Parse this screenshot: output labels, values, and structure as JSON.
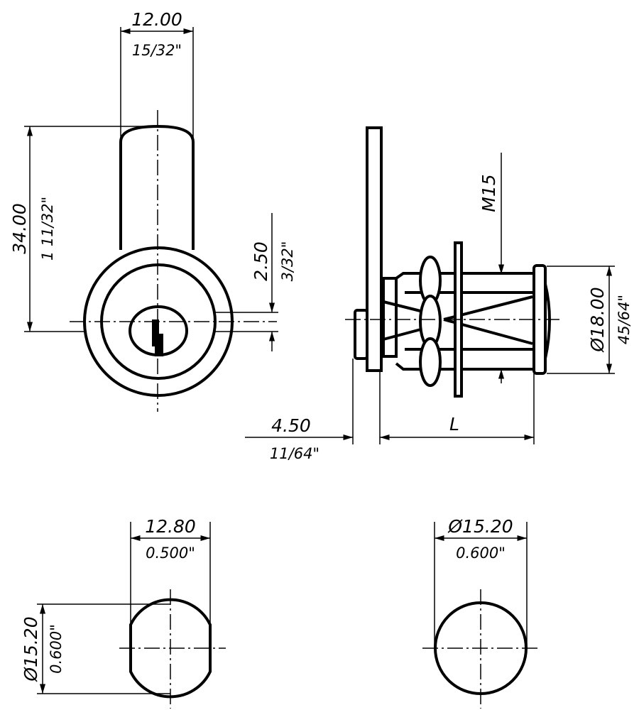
{
  "front_view": {
    "width_mm": "12.00",
    "width_in": "15/32\"",
    "height_mm": "34.00",
    "height_in": "1 11/32\"",
    "offset_mm": "2.50",
    "offset_in": "3/32\""
  },
  "side_view": {
    "thread": "M15",
    "diameter_mm": "Ø18.00",
    "diameter_in": "45/64\"",
    "cam_offset_mm": "4.50",
    "cam_offset_in": "11/64\"",
    "length_label": "L"
  },
  "cutout_flat": {
    "width_mm": "12.80",
    "width_in": "0.500\"",
    "diameter_mm": "Ø15.20",
    "diameter_in": "0.600\""
  },
  "cutout_round": {
    "diameter_mm": "Ø15.20",
    "diameter_in": "0.600\""
  }
}
